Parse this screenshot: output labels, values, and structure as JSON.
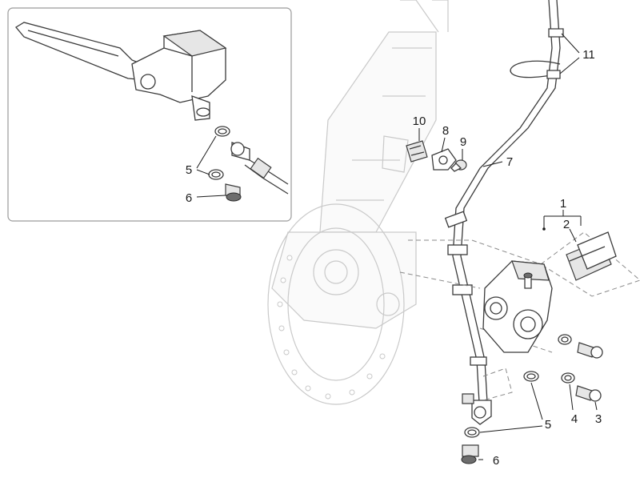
{
  "diagram": {
    "callouts": [
      {
        "id": "c5-inset",
        "text": "5"
      },
      {
        "id": "c6-inset",
        "text": "6"
      },
      {
        "id": "c10",
        "text": "10"
      },
      {
        "id": "c8",
        "text": "8"
      },
      {
        "id": "c9",
        "text": "9"
      },
      {
        "id": "c7",
        "text": "7"
      },
      {
        "id": "c11",
        "text": "11"
      },
      {
        "id": "c1",
        "text": "1"
      },
      {
        "id": "c2",
        "text": "2"
      },
      {
        "id": "c5",
        "text": "5"
      },
      {
        "id": "c6",
        "text": "6"
      },
      {
        "id": "c4",
        "text": "4"
      },
      {
        "id": "c3",
        "text": "3"
      }
    ]
  }
}
